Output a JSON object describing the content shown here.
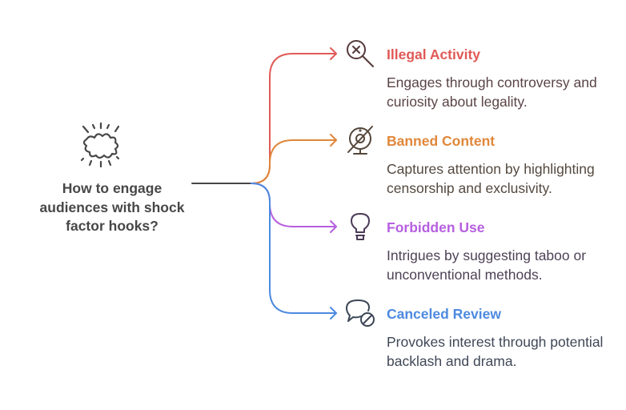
{
  "root": {
    "title": "How to engage audiences with shock factor hooks?",
    "icon": "explosion-burst-icon",
    "color": "#474747"
  },
  "branches": [
    {
      "title": "Illegal Activity",
      "description": "Engages through controversy and curiosity about legality.",
      "icon": "search-x-icon",
      "color": "#e05a56",
      "icon_color": "#55393a",
      "text_color": "#5a4446"
    },
    {
      "title": "Banned Content",
      "description": "Captures attention by highlighting censorship and exclusivity.",
      "icon": "webcam-off-icon",
      "color": "#e0873a",
      "icon_color": "#54463a",
      "text_color": "#54493f"
    },
    {
      "title": "Forbidden Use",
      "description": "Intrigues by suggesting taboo or unconventional methods.",
      "icon": "lightbulb-icon",
      "color": "#b65fe0",
      "icon_color": "#4b3a57",
      "text_color": "#4d4256"
    },
    {
      "title": "Canceled Review",
      "description": "Provokes interest through potential backlash and drama.",
      "icon": "message-blocked-icon",
      "color": "#4d8ae0",
      "icon_color": "#3b4655",
      "text_color": "#3f4756"
    }
  ]
}
